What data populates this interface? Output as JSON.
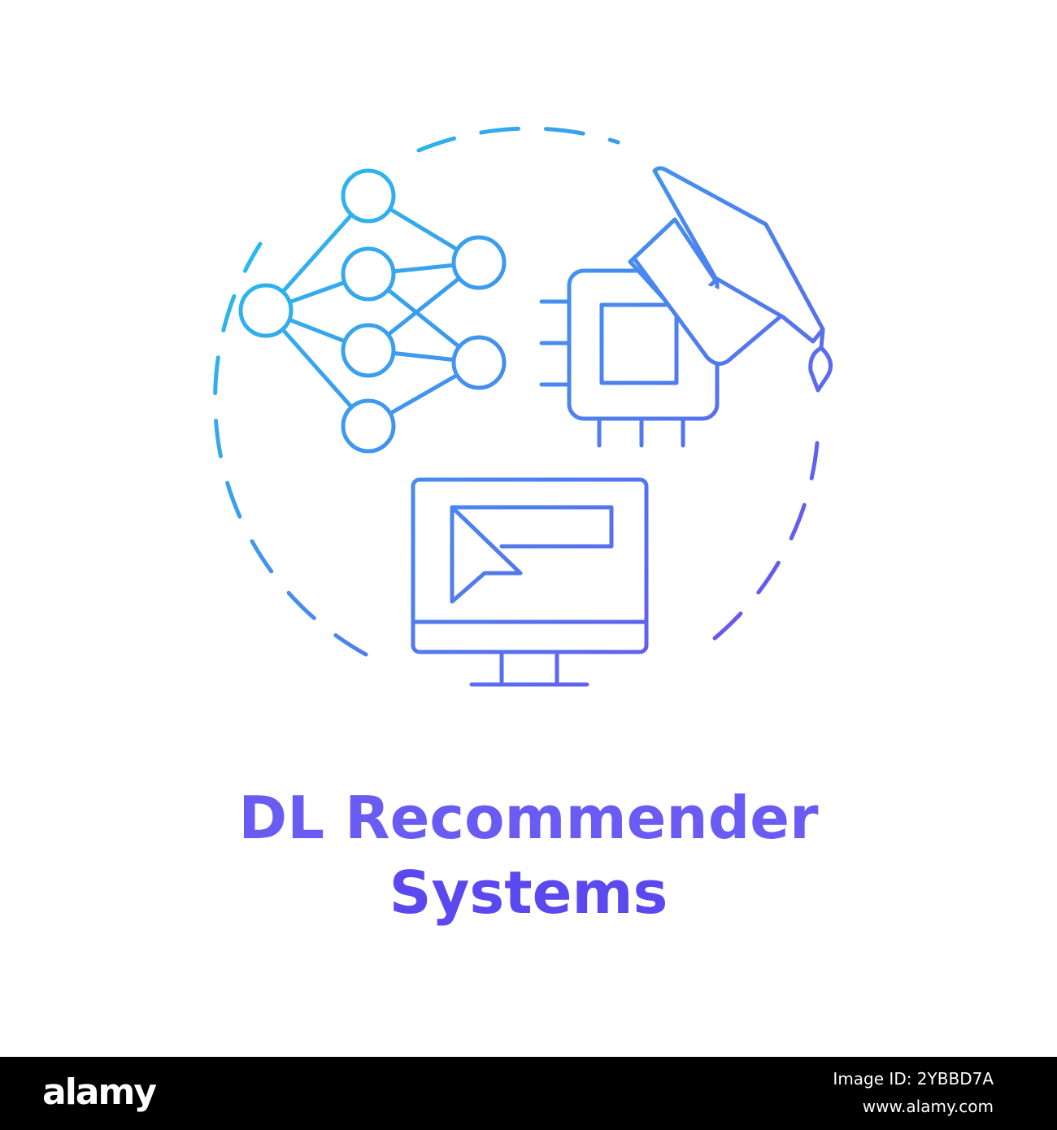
{
  "caption": {
    "line1": "DL Recommender",
    "line2": "Systems"
  },
  "colors": {
    "gradient_start": "#22c6ec",
    "gradient_end": "#7049ef",
    "text_start": "#6a5cf3",
    "text_end": "#5b48ee",
    "footer_bg": "#000000",
    "footer_text": "#ffffff"
  },
  "icons": [
    "neural-network-icon",
    "chip-icon",
    "graduation-cap-icon",
    "monitor-icon",
    "cursor-icon"
  ],
  "footer": {
    "brand": "alamy",
    "image_id": "Image ID: 2YBBD7A",
    "site": "www.alamy.com"
  }
}
